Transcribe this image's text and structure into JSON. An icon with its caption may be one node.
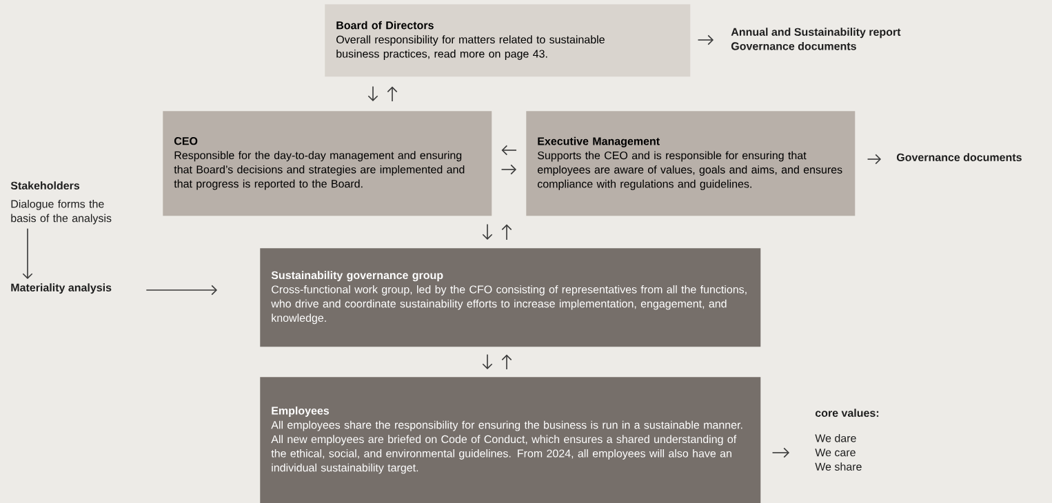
{
  "diagram": {
    "nodes": [
      {
        "text": [
          "Board of Directors",
          "Overall responsibility for matters related to sustainable business practices, read more on page 43."
        ]
      },
      {
        "text": [
          "Annual and Sustainability report",
          "Governance documents"
        ]
      },
      {
        "text": [
          "CEO",
          "Responsible for the day-to-day management and ensuring that Board’s decisions and strategies are implemented and that progress is reported to the Board."
        ]
      },
      {
        "text": [
          "Executive Management",
          "Supports the CEO and is responsible for ensuring that employees are aware of values, goals and aims, and ensures compliance with regulations and guidelines."
        ]
      },
      {
        "text": [
          "Governance documents"
        ]
      },
      {
        "text": [
          "Stakeholders",
          "Dialogue forms the basis of the analysis"
        ]
      },
      {
        "text": [
          "Materiality analysis"
        ]
      },
      {
        "text": [
          "Sustainability governance group",
          "Cross-functional work group, led by the CFO consisting of representatives from all the functions, who drive and coordinate sustainability efforts to increase implementation, engagement, and knowledge."
        ]
      },
      {
        "text": [
          "Employees",
          "All employees share the responsibility for ensuring the business is run in a sustainable manner. All new employees are briefed on Code of Conduct, which ensures a shared understanding of the ethical, social, and environmental guidelines. From 2024, all employees will also have an individual sustainability target."
        ]
      },
      {
        "text": [
          "core values:",
          "We dare",
          "We care",
          "We share"
        ]
      }
    ],
    "edges": [
      {
        "from": 0,
        "to": 1,
        "arrow": "to"
      },
      {
        "from": 0,
        "to": 2,
        "arrow": "to"
      },
      {
        "from": 2,
        "to": 0,
        "arrow": "to"
      },
      {
        "from": 3,
        "to": 2,
        "arrow": "to"
      },
      {
        "from": 2,
        "to": 3,
        "arrow": "to"
      },
      {
        "from": 3,
        "to": 4,
        "arrow": "to"
      },
      {
        "from": 5,
        "to": 6,
        "arrow": "to"
      },
      {
        "from": 6,
        "to": 7,
        "arrow": "to"
      },
      {
        "from": 2,
        "to": 7,
        "arrow": "to"
      },
      {
        "from": 7,
        "to": 2,
        "arrow": "to"
      },
      {
        "from": 7,
        "to": 8,
        "arrow": "to"
      },
      {
        "from": 8,
        "to": 7,
        "arrow": "to"
      },
      {
        "from": 8,
        "to": 9,
        "arrow": "to"
      }
    ]
  }
}
